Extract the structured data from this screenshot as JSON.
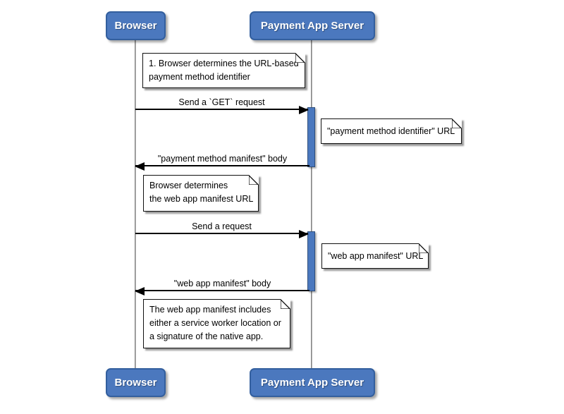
{
  "diagram": {
    "type": "uml-sequence-diagram",
    "background_color": "#ffffff",
    "accent_blue": "#4b78be",
    "actor_border_color": "#335f9e",
    "activation_border_color": "#2f4f7c",
    "lifeline_color": "#6f6f6f",
    "note_background": "#ffffff",
    "note_border_color": "#111111",
    "message_line_color": "#000000",
    "actors": [
      {
        "id": "browser",
        "label": "Browser"
      },
      {
        "id": "payment-app-server",
        "label": "Payment App Server"
      }
    ],
    "notes": [
      {
        "id": "note-1",
        "position": "over-browser",
        "lines": [
          "1. Browser determines the URL-based",
          "payment method identifier"
        ]
      },
      {
        "id": "note-2",
        "position": "right-of-server",
        "lines": [
          "\"payment method identifier\" URL"
        ]
      },
      {
        "id": "note-3",
        "position": "over-browser",
        "lines": [
          "Browser determines",
          "the web app manifest URL"
        ]
      },
      {
        "id": "note-4",
        "position": "right-of-server",
        "lines": [
          "\"web app manifest\" URL"
        ]
      },
      {
        "id": "note-5",
        "position": "over-browser",
        "lines": [
          "The web app manifest includes",
          "either a service worker location or",
          "a signature of the native app."
        ]
      }
    ],
    "messages": [
      {
        "id": "msg-1",
        "from": "browser",
        "to": "payment-app-server",
        "direction": "right",
        "label": "Send a `GET` request"
      },
      {
        "id": "msg-2",
        "from": "payment-app-server",
        "to": "browser",
        "direction": "left",
        "label": "\"payment method manifest\" body"
      },
      {
        "id": "msg-3",
        "from": "browser",
        "to": "payment-app-server",
        "direction": "right",
        "label": "Send a request"
      },
      {
        "id": "msg-4",
        "from": "payment-app-server",
        "to": "browser",
        "direction": "left",
        "label": "\"web app manifest\" body"
      }
    ]
  }
}
